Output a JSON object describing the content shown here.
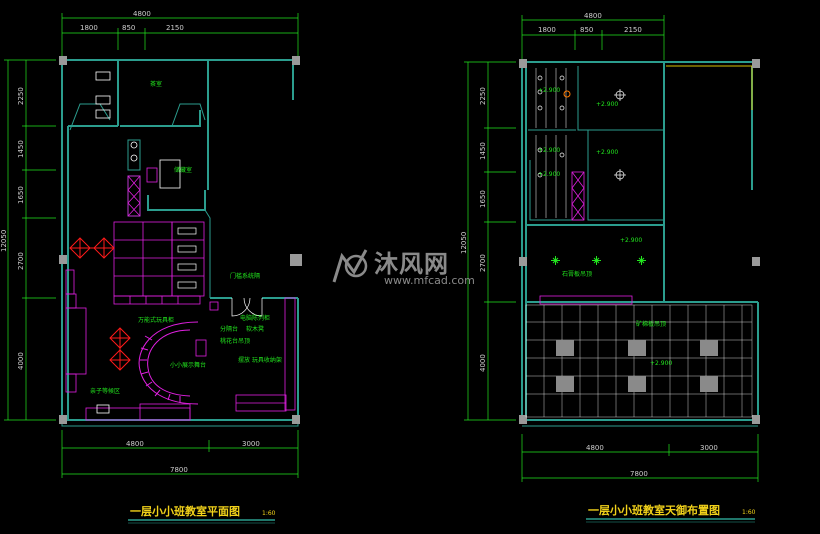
{
  "left_plan": {
    "title": "一层小小班教室平面图",
    "scale": "1:60",
    "dims_top": {
      "total": "4800",
      "segs": [
        "1800",
        "850",
        "2150"
      ]
    },
    "dims_left": [
      "2250",
      "1450",
      "1650",
      "2700",
      "4000"
    ],
    "dim_left_total": "12050",
    "dims_bottom": {
      "segs": [
        "4800",
        "3000"
      ],
      "total": "7800"
    },
    "labels": {
      "room_top": "茶室",
      "storage": "储藏室",
      "door_label": "门槛系统隔",
      "wall_display": "万能式玩具柜",
      "electric": "电脑陈列柜",
      "divider": "分隔台",
      "seat": "软木凳",
      "desk": "桃花台吊顶",
      "stage": "小小展示舞台",
      "storage2": "摆放 玩具收纳架",
      "kids_area": "亲子等候区"
    }
  },
  "right_plan": {
    "title": "一层小小班教室天御布置图",
    "scale": "1:60",
    "dims_top": {
      "total": "4800",
      "segs": [
        "1800",
        "850",
        "2150"
      ]
    },
    "dims_left": [
      "2250",
      "1450",
      "1650",
      "2700",
      "4000"
    ],
    "dim_left_total": "12050",
    "dims_bottom": {
      "segs": [
        "4800",
        "3000"
      ],
      "total": "7800"
    },
    "levels": [
      "+2.900",
      "+2.900",
      "+2.900",
      "+2.900",
      "+2.900",
      "+2.900",
      "+2.900"
    ],
    "labels": {
      "ceiling1": "石膏板吊顶",
      "ceiling2": "矿棉板吊顶"
    }
  },
  "watermark": {
    "name": "沐风网",
    "url": "www.mfcad.com"
  },
  "colors": {
    "wall": "#2b9d8e",
    "dim": "#22e61e",
    "furniture": "#e020e0",
    "title": "#f2d21a",
    "wm": "#8a8a8a"
  }
}
